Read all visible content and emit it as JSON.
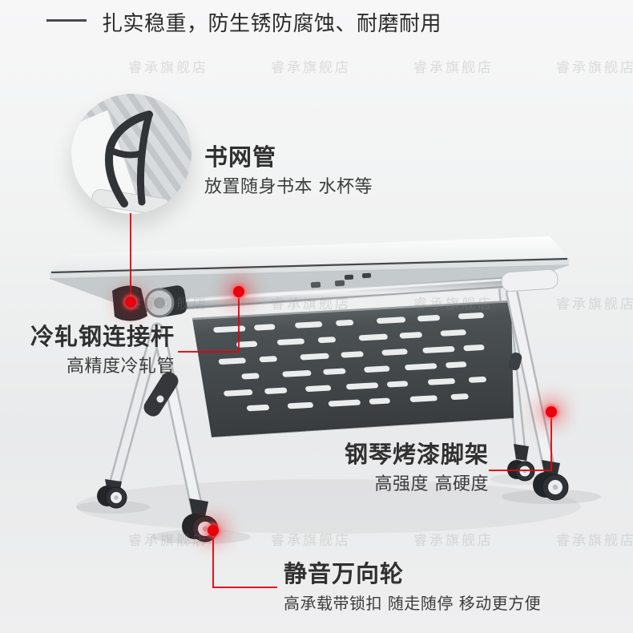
{
  "header": {
    "title": "扎实稳重，防生锈防腐蚀、耐磨耐用"
  },
  "callouts": [
    {
      "id": "book-net-tube",
      "title": "书网管",
      "subtitle": "放置随身书本 水杯等"
    },
    {
      "id": "cold-rolled-steel-rod",
      "title": "冷轧钢连接杆",
      "subtitle": "高精度冷轧管"
    },
    {
      "id": "piano-paint-leg-frame",
      "title": "钢琴烤漆脚架",
      "subtitle": "高强度 高硬度"
    },
    {
      "id": "silent-casters",
      "title": "静音万向轮",
      "subtitle": "高承载带锁扣 随走随停 移动更方便"
    }
  ],
  "watermark": {
    "text": "睿承旗舰店"
  },
  "colors": {
    "accent_red": "#e8000d",
    "title_text": "#303030",
    "subtitle_text": "#3c3c3c"
  }
}
